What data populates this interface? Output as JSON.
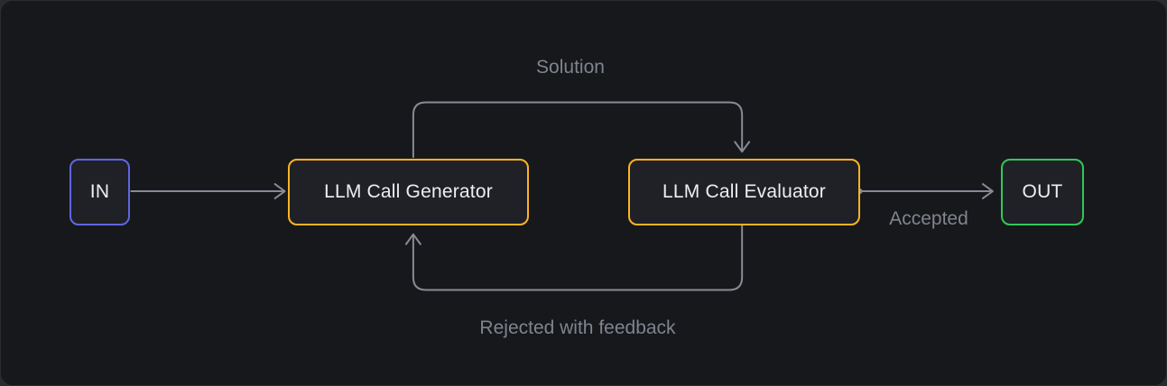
{
  "diagram": {
    "type": "flowchart",
    "nodes": [
      {
        "id": "in",
        "label": "IN",
        "accent": "#5f66e3"
      },
      {
        "id": "generator",
        "label": "LLM Call Generator",
        "accent": "#fdb324"
      },
      {
        "id": "evaluator",
        "label": "LLM Call Evaluator",
        "accent": "#fdb324"
      },
      {
        "id": "out",
        "label": "OUT",
        "accent": "#33c758"
      }
    ],
    "edges": [
      {
        "from": "in",
        "to": "generator",
        "label": ""
      },
      {
        "from": "generator",
        "to": "evaluator",
        "label": "Solution"
      },
      {
        "from": "evaluator",
        "to": "out",
        "label": "Accepted"
      },
      {
        "from": "evaluator",
        "to": "generator",
        "label": "Rejected with feedback"
      }
    ]
  },
  "colors": {
    "canvas_bg": "#17181b",
    "canvas_border": "#2c2d32",
    "node_bg": "#1f2126",
    "node_text": "#eceef2",
    "line": "#878b96",
    "edge_label_text": "#80848f"
  }
}
